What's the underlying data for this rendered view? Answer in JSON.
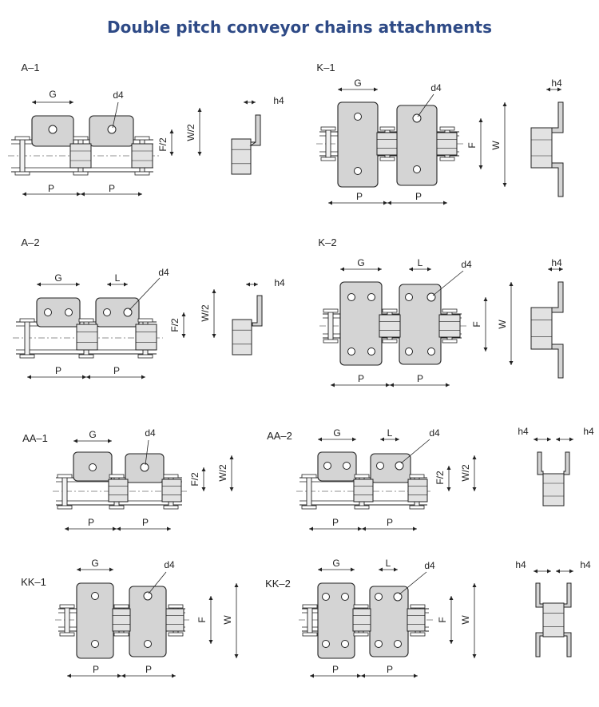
{
  "title": "Double pitch conveyor chains attachments",
  "colors": {
    "title": "#2e4a86",
    "plate": "#d4d4d4",
    "line": "#222222"
  },
  "labels": {
    "A1": "A–1",
    "A2": "A–2",
    "K1": "K–1",
    "K2": "K–2",
    "AA1": "AA–1",
    "AA2": "AA–2",
    "KK1": "KK–1",
    "KK2": "KK–2"
  },
  "dims": {
    "G": "G",
    "L": "L",
    "P": "P",
    "d4": "d4",
    "h4": "h4",
    "F": "F",
    "W": "W",
    "F2": "F/2",
    "W2": "W/2"
  }
}
